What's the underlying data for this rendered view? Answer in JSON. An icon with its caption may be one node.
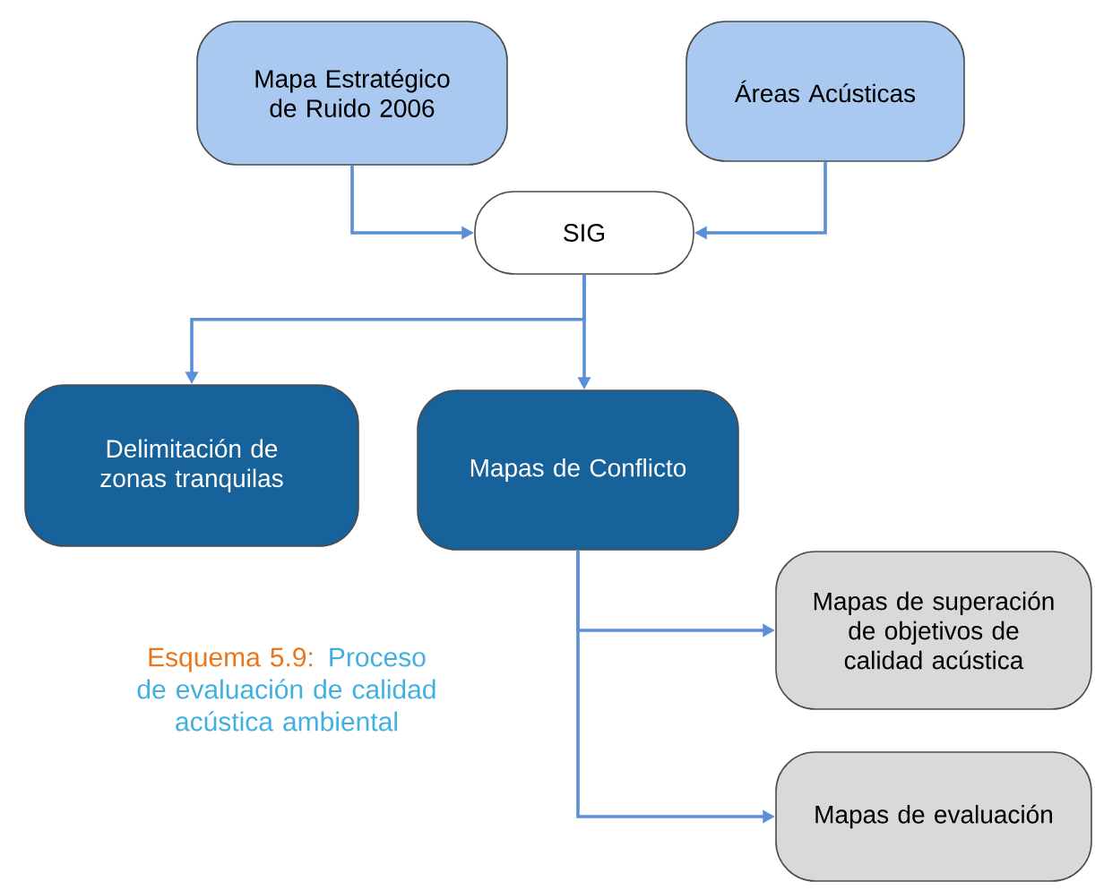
{
  "diagram": {
    "caption": "Proceso de evaluación de calidad acústica ambiental",
    "nodes": [
      {
        "text": [
          "Mapa Estratégico de Ruido 2006"
        ]
      },
      {
        "text": [
          "Áreas Acústicas"
        ]
      },
      {
        "text": [
          "SIG"
        ]
      },
      {
        "text": [
          "Delimitación de zonas tranquilas"
        ]
      },
      {
        "text": [
          "Mapas de Conflicto"
        ]
      },
      {
        "text": [
          "Mapas de superación de objetivos de calidad acústica"
        ]
      },
      {
        "text": [
          "Mapas de evaluación"
        ]
      }
    ],
    "edges": [
      {
        "from": 0,
        "to": 2,
        "arrow": "to"
      },
      {
        "from": 1,
        "to": 2,
        "arrow": "to"
      },
      {
        "from": 2,
        "to": 3,
        "arrow": "to"
      },
      {
        "from": 2,
        "to": 4,
        "arrow": "to"
      },
      {
        "from": 4,
        "to": 5,
        "arrow": "to"
      },
      {
        "from": 4,
        "to": 6,
        "arrow": "to"
      }
    ],
    "labels": [
      "Esquema 5.9:"
    ]
  }
}
